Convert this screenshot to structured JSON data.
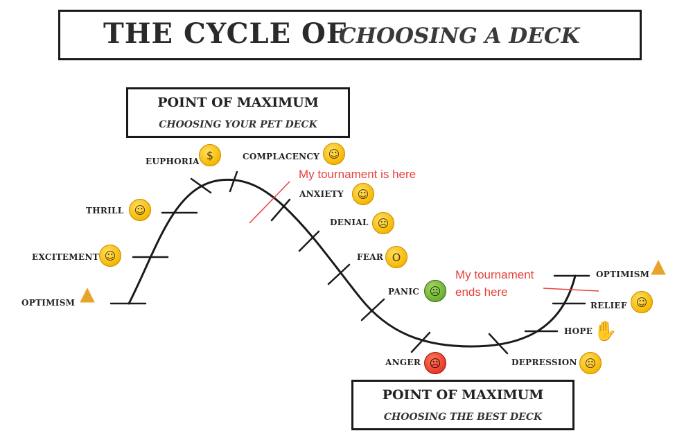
{
  "title": {
    "main": "THE CYCLE OF",
    "sub": "CHOOSING A DECK"
  },
  "max_top": {
    "line1": "POINT OF MAXIMUM",
    "line2": "CHOOSING YOUR PET DECK"
  },
  "max_bottom": {
    "line1": "POINT OF MAXIMUM",
    "line2": "CHOOSING THE BEST DECK"
  },
  "stages": {
    "optimism_start": "OPTIMISM",
    "excitement": "EXCITEMENT",
    "thrill": "THRILL",
    "euphoria": "EUPHORIA",
    "complacency": "COMPLACENCY",
    "anxiety": "ANXIETY",
    "denial": "DENIAL",
    "fear": "FEAR",
    "panic": "PANIC",
    "anger": "ANGER",
    "depression": "DEPRESSION",
    "hope": "HOPE",
    "relief": "RELIEF",
    "optimism_end": "OPTIMISM"
  },
  "emojis": {
    "optimism_start": "folded-hands",
    "excitement": "grinning-face",
    "thrill": "relieved-smile",
    "euphoria": "money-mouth-face",
    "complacency": "smirking-face",
    "anxiety": "grimacing-face",
    "denial": "upside-down-face",
    "fear": "screaming-face",
    "panic": "nauseated-face",
    "anger": "angry-face",
    "depression": "disappointed-face",
    "hope": "crossed-fingers",
    "relief": "relieved-face",
    "optimism_end": "folded-hands"
  },
  "annotations": {
    "start_note": "My tournament is here",
    "end_note_line1": "My tournament",
    "end_note_line2": "ends here"
  },
  "colors": {
    "annotation": "#e8413c",
    "ink": "#1a1a1a"
  }
}
